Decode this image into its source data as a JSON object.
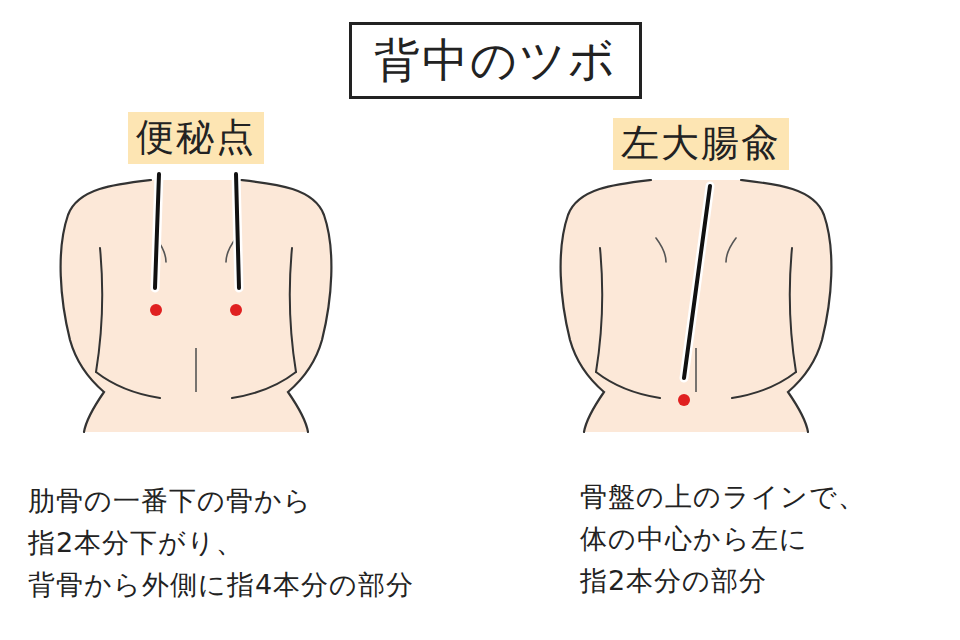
{
  "diagram": {
    "title": "背中のツボ",
    "nodes": [
      {
        "text": [
          "便秘点"
        ]
      },
      {
        "text": [
          "左大腸兪"
        ]
      }
    ],
    "labels": [
      "肋骨の一番下の骨から 指2本分下がり、 背骨から外側に指4本分の部分",
      "骨盤の上のラインで、 体の中心から左に 指2本分の部分"
    ]
  }
}
